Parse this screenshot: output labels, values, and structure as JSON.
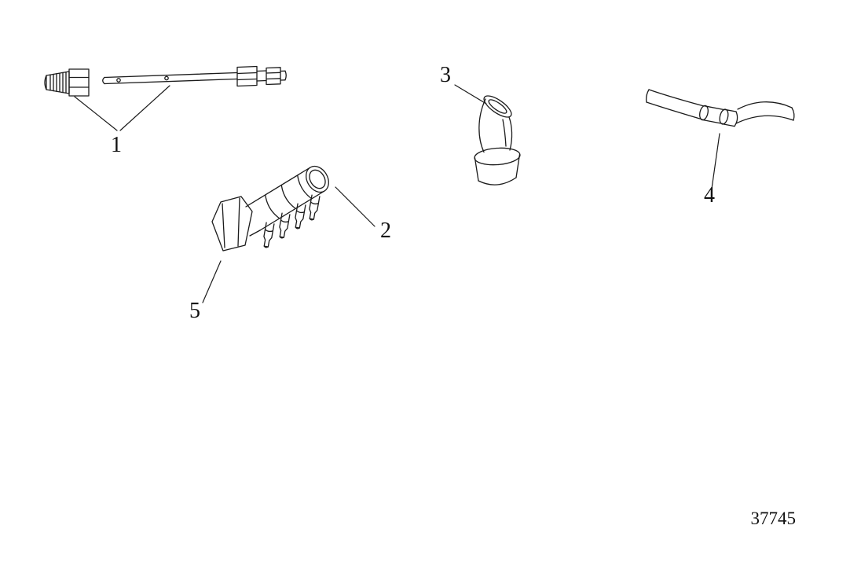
{
  "diagram": {
    "background_color": "#ffffff",
    "line_color": "#1b1b1b",
    "text_color": "#111111",
    "drawing_number": "37745",
    "callouts": [
      "1",
      "2",
      "3",
      "4",
      "5"
    ]
  }
}
